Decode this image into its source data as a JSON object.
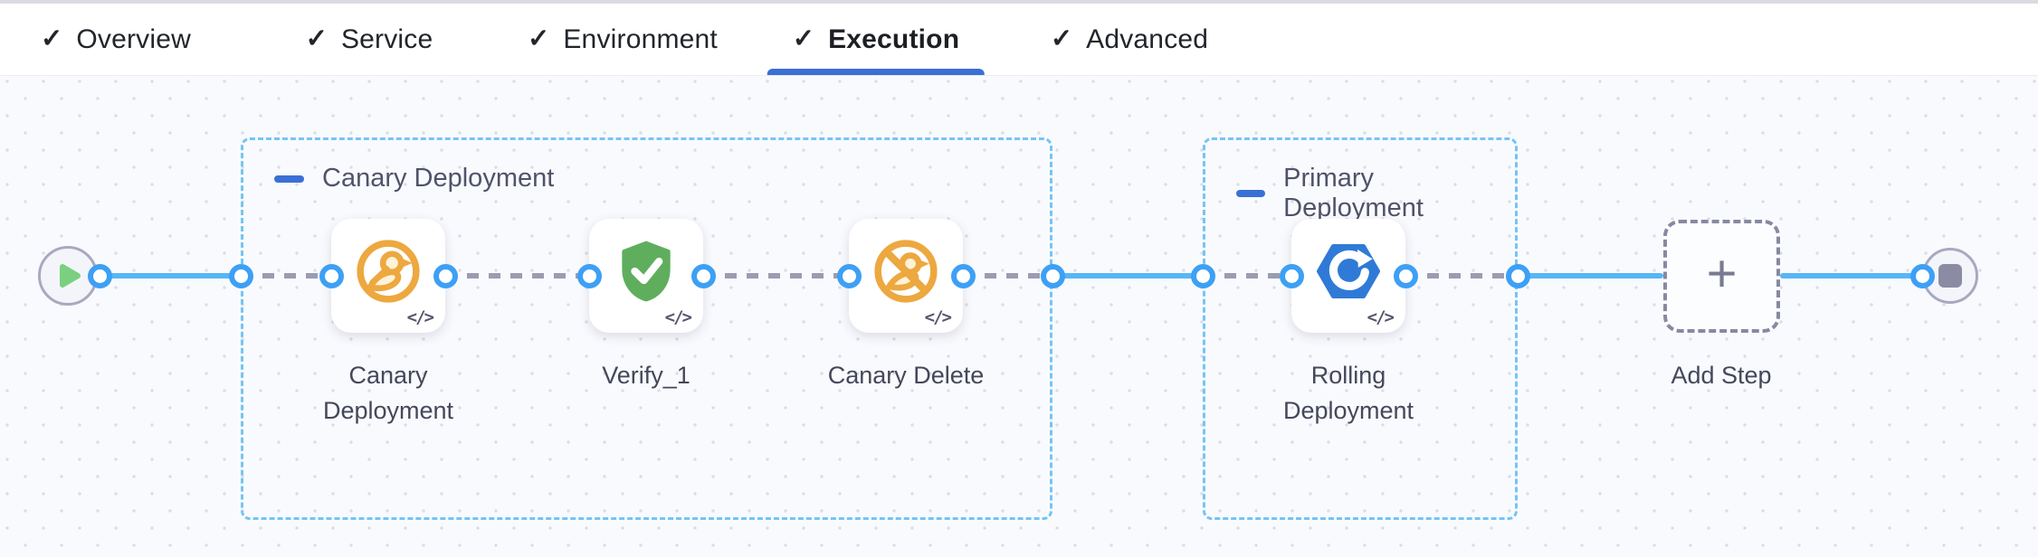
{
  "tab_bar": {
    "tabs": [
      {
        "label": "Overview",
        "completed": true,
        "active": false
      },
      {
        "label": "Service",
        "completed": true,
        "active": false
      },
      {
        "label": "Environment",
        "completed": true,
        "active": false
      },
      {
        "label": "Execution",
        "completed": true,
        "active": true
      },
      {
        "label": "Advanced",
        "completed": true,
        "active": false
      }
    ]
  },
  "icons": {
    "check": "✓",
    "plus": "+",
    "code_glyph": "</>"
  },
  "canvas": {
    "groups": [
      {
        "name": "Canary Deployment",
        "steps": [
          {
            "label": "Canary Deployment",
            "icon": "canary-icon"
          },
          {
            "label": "Verify_1",
            "icon": "shield-check-icon"
          },
          {
            "label": "Canary Delete",
            "icon": "canary-delete-icon"
          }
        ]
      },
      {
        "name": "Primary Deployment",
        "steps": [
          {
            "label": "Rolling Deployment",
            "icon": "rolling-deployment-icon"
          }
        ]
      }
    ],
    "add_step_label": "Add Step"
  },
  "colors": {
    "tab_underline": "#3a6fd6",
    "connector_blue": "#57b6f6",
    "port_ring": "#3da0f5",
    "group_border": "#74c5f4",
    "dashed_gray": "#9b9cb1",
    "canary_amber": "#eda83f",
    "verify_green": "#5fae5e",
    "rolling_blue": "#2f7ad6",
    "play_green": "#7bd07f",
    "node_gray": "#8b8ca3"
  }
}
